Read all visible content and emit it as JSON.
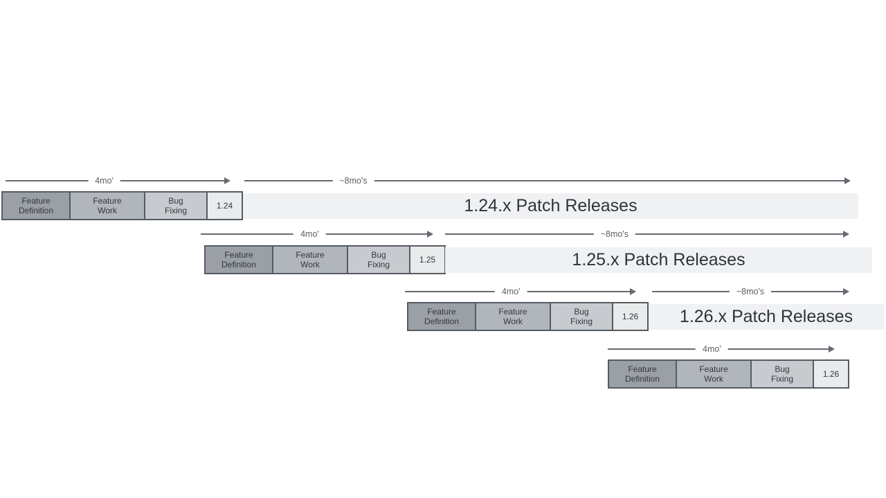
{
  "diagram": {
    "rows": [
      {
        "version": "1.24",
        "phases": [
          "Feature\nDefinition",
          "Feature\nWork",
          "Bug\nFixing"
        ],
        "dev_duration_label": "4mo'",
        "patch_duration_label": "~8mo's",
        "patch_bar_label": "1.24.x Patch Releases"
      },
      {
        "version": "1.25",
        "phases": [
          "Feature\nDefinition",
          "Feature\nWork",
          "Bug\nFixing"
        ],
        "dev_duration_label": "4mo'",
        "patch_duration_label": "~8mo's",
        "patch_bar_label": "1.25.x Patch Releases"
      },
      {
        "version": "1.26",
        "phases": [
          "Feature\nDefinition",
          "Feature\nWork",
          "Bug\nFixing"
        ],
        "dev_duration_label": "4mo'",
        "patch_duration_label": "~8mo's",
        "patch_bar_label": "1.26.x Patch Releases"
      },
      {
        "version": "1.26",
        "phases": [
          "Feature\nDefinition",
          "Feature\nWork",
          "Bug\nFixing"
        ],
        "dev_duration_label": "4mo'"
      }
    ],
    "colors": {
      "feature_definition_fill": "#9aa0a6",
      "feature_work_fill": "#b1b6bb",
      "bug_fixing_fill": "#c7cbcf",
      "version_box_fill": "#e9ebec",
      "box_border": "#565b62",
      "patch_bar_fill": "#f0f1f3",
      "arrow_color": "#666a70",
      "text_color": "#33373c",
      "background": "#ffffff"
    }
  }
}
